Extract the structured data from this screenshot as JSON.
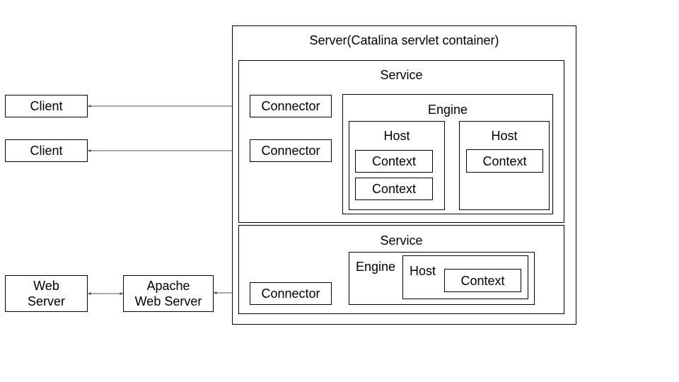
{
  "server": {
    "title": "Server(Catalina servlet container)"
  },
  "service1": {
    "label": "Service",
    "connectors": [
      "Connector",
      "Connector"
    ],
    "engine": {
      "label": "Engine",
      "hosts": [
        {
          "label": "Host",
          "contexts": [
            "Context",
            "Context"
          ]
        },
        {
          "label": "Host",
          "contexts": [
            "Context"
          ]
        }
      ]
    }
  },
  "service2": {
    "label": "Service",
    "connector": "Connector",
    "engine": {
      "label": "Engine",
      "host": {
        "label": "Host",
        "context": "Context"
      }
    }
  },
  "external": {
    "clients": [
      "Client",
      "Client"
    ],
    "web_server": "Web\nServer",
    "apache": "Apache\nWeb Server"
  }
}
